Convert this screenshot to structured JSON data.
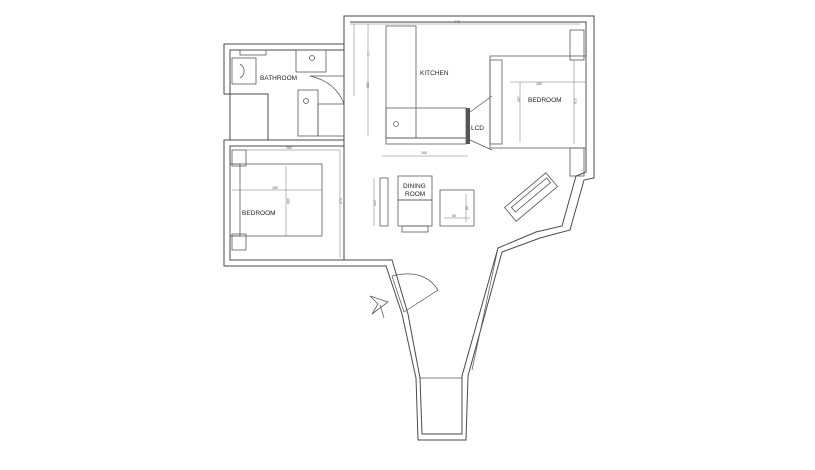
{
  "rooms": {
    "bathroom": "BATHROOM",
    "kitchen": "KITCHEN",
    "bedroom_right": "BEDROOM",
    "bedroom_left": "BEDROOM",
    "dining_line1": "DINING",
    "dining_line2": "ROOM"
  },
  "fixtures": {
    "lcd": "LCD"
  },
  "dimensions": {
    "top_width": "440",
    "kitchen_height": "300",
    "kitchen_top": "77",
    "kitchen_counter": "160",
    "bed_right_width": "160",
    "bed_right_depth": "207",
    "bed_right_side": "174",
    "bed_left_width": "180",
    "bed_left_depth": "100",
    "left_room_width": "250",
    "left_room_height": "274",
    "dining_table": "110",
    "side_table_w": "80",
    "side_table_h": "80"
  },
  "colors": {
    "wall": "#4a4a4a",
    "background": "#ffffff"
  }
}
